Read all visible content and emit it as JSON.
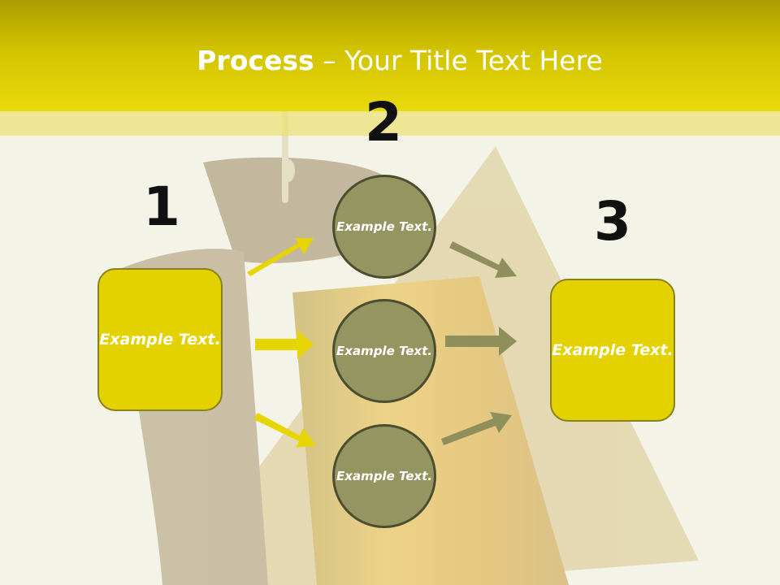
{
  "slide": {
    "title_bold": "Process",
    "title_rest": " – Your Title Text Here"
  },
  "steps": {
    "one": "1",
    "two": "2",
    "three": "3"
  },
  "boxes": {
    "left": "Example Text.",
    "right": "Example Text."
  },
  "circles": {
    "top": "Example Text.",
    "middle": "Example Text.",
    "bottom": "Example Text."
  },
  "colors": {
    "accent_yellow": "#e4d100",
    "olive": "#959561",
    "arrow_yellow": "#e6d500",
    "arrow_olive": "#8f8f5c"
  }
}
